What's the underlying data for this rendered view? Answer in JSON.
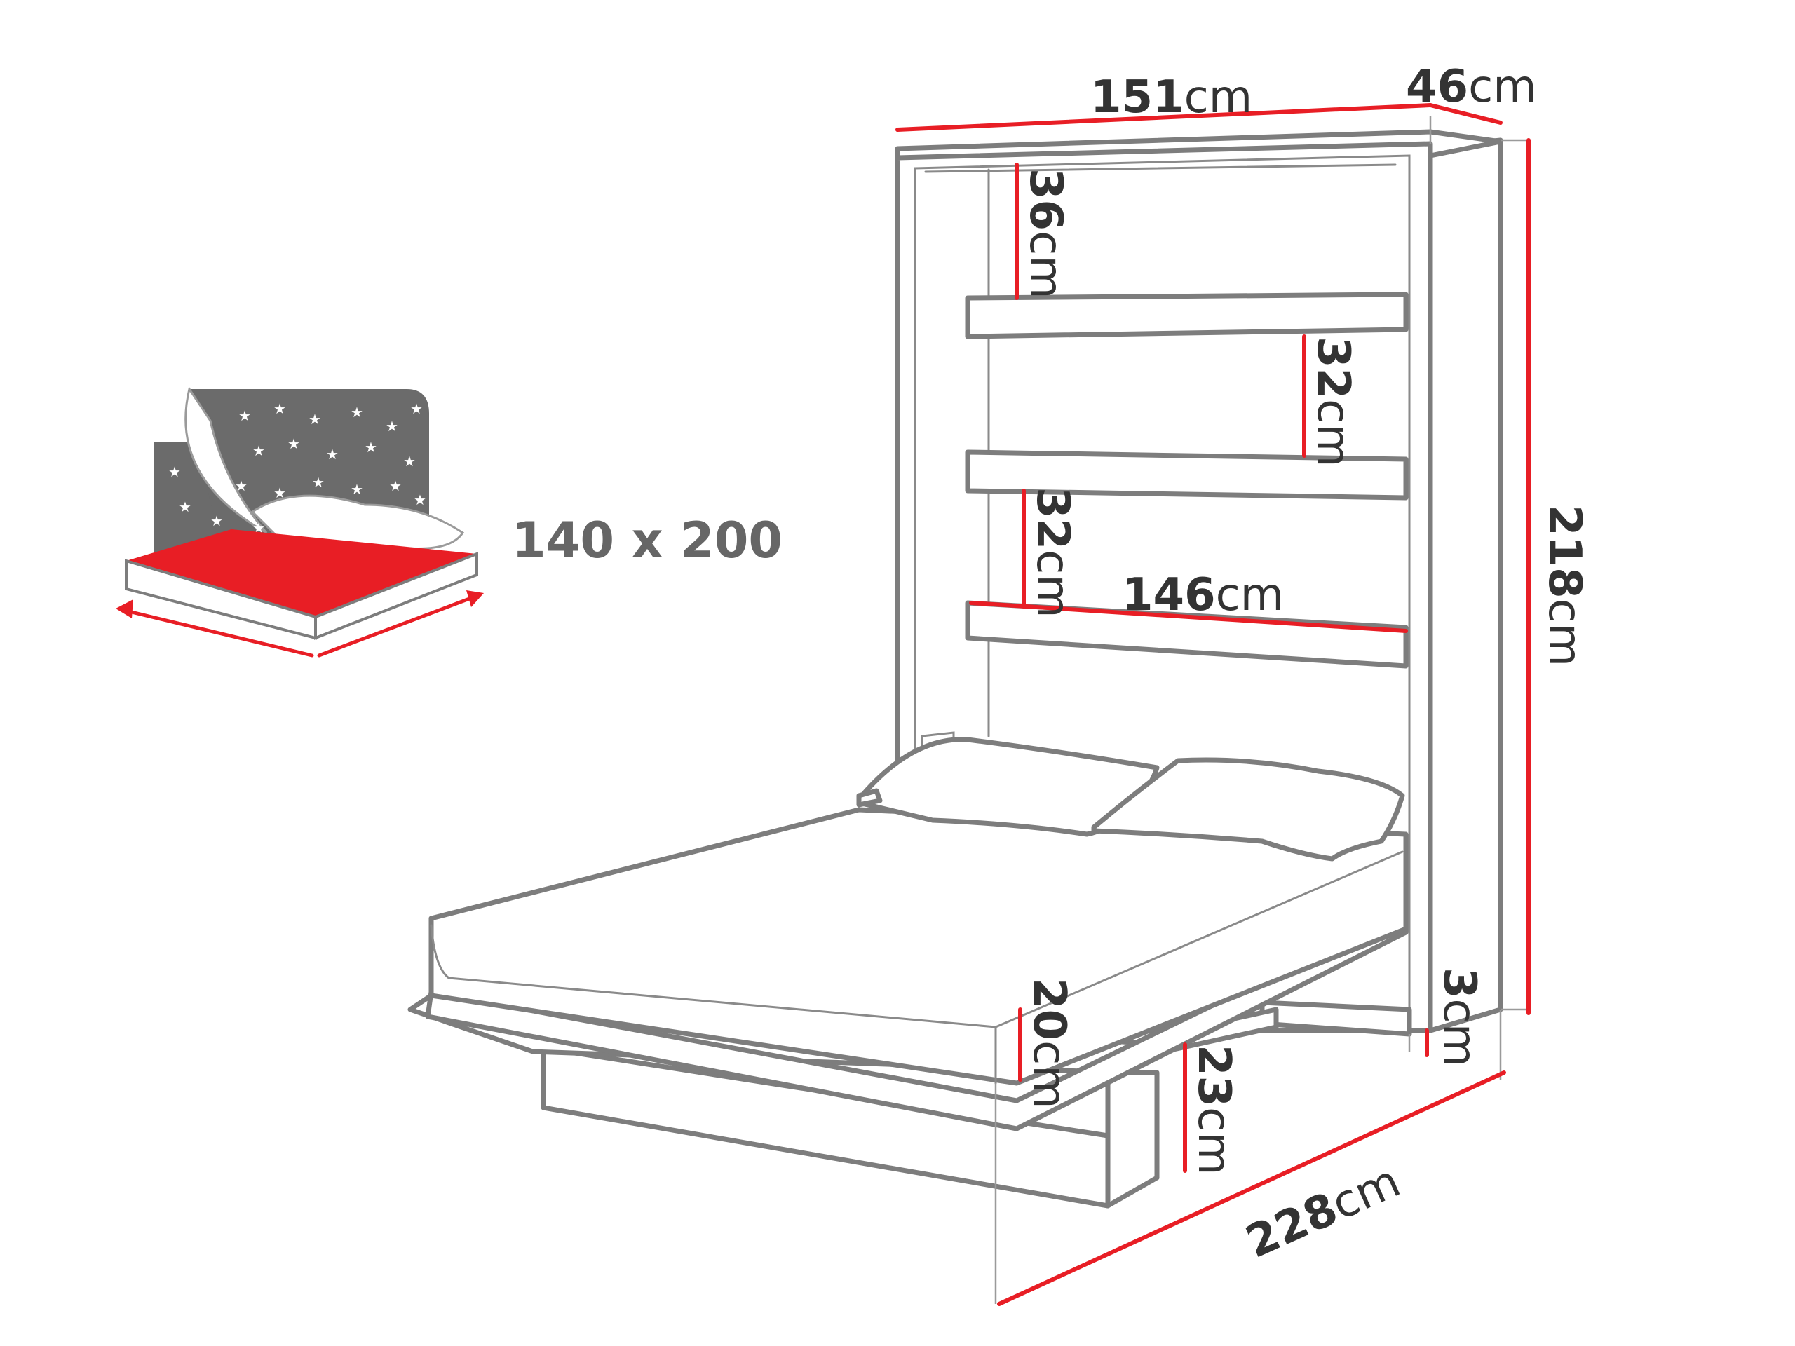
{
  "dimensions": {
    "width_value": "151",
    "depth_value": "46",
    "height_value": "218",
    "top_gap_value": "36",
    "shelf_gap_right_value": "32",
    "shelf_gap_left_value": "32",
    "shelf_width_value": "146",
    "mattress_height_value": "20",
    "leg_height_value": "23",
    "floor_gap_value": "3",
    "open_length_value": "228",
    "unit": "cm"
  },
  "mattress_icon": {
    "size_label": "140 x 200"
  },
  "colors": {
    "dimension_line": "#e81e25",
    "outline": "#7d7d7d",
    "mattress": "#e81e25",
    "night_sky": "#6b6b6b"
  }
}
